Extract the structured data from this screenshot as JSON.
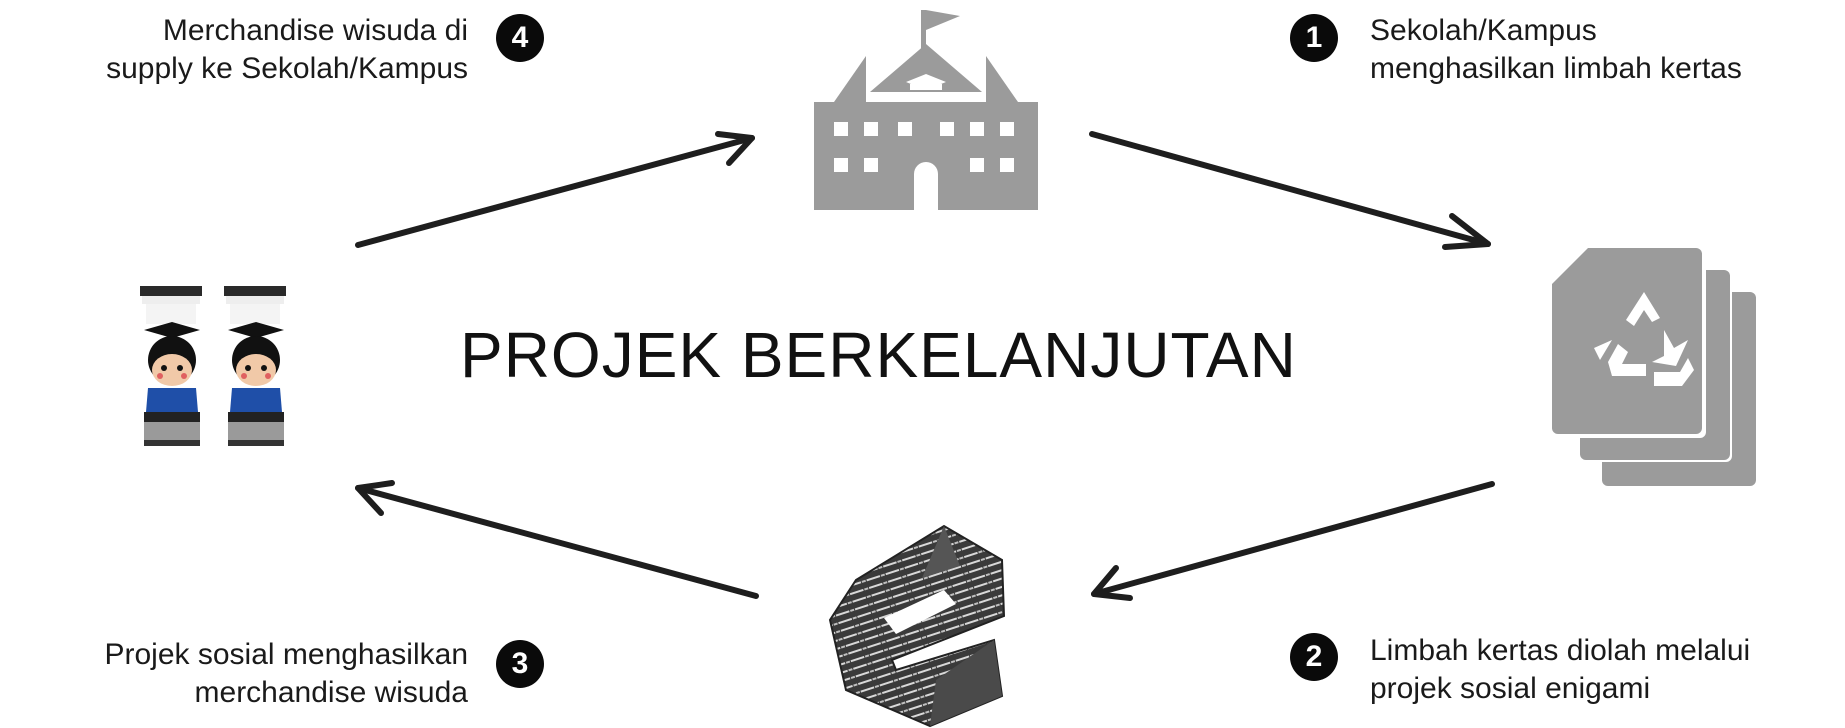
{
  "title": "PROJEK BERKELANJUTAN",
  "steps": [
    {
      "number": "1",
      "text": "Sekolah/Kampus\nmenghasilkan limbah kertas"
    },
    {
      "number": "2",
      "text": "Limbah kertas diolah melalui\nprojek sosial enigami"
    },
    {
      "number": "3",
      "text": "Projek sosial menghasilkan\nmerchandise wisuda"
    },
    {
      "number": "4",
      "text": "Merchandise wisuda di\nsupply ke Sekolah/Kampus"
    }
  ],
  "nodes": {
    "school": {
      "icon": "school-building-icon"
    },
    "paper": {
      "icon": "recycled-paper-icon"
    },
    "enigami": {
      "icon": "enigami-logo-icon"
    },
    "merchandise": {
      "icon": "graduation-merchandise-figures"
    }
  },
  "colors": {
    "icon_gray": "#9b9b9b",
    "arrow": "#1e1e1e",
    "badge": "#0a0a0a"
  }
}
